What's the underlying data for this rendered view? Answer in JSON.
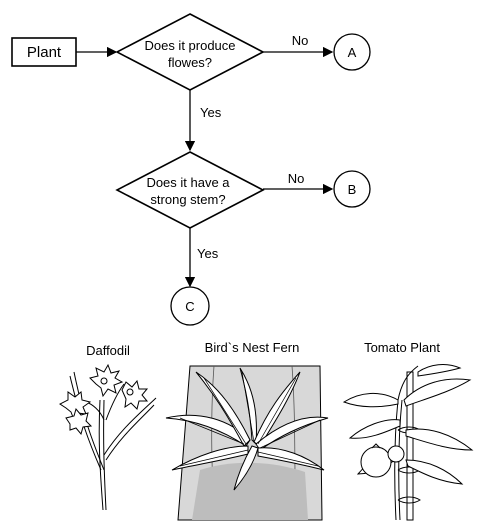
{
  "flowchart": {
    "start": "Plant",
    "q1_line1": "Does it produce",
    "q1_line2": "flowes?",
    "q2_line1": "Does it have a",
    "q2_line2": "strong stem?",
    "no1": "No",
    "no2": "No",
    "yes1": "Yes",
    "yes2": "Yes",
    "a": "A",
    "b": "B",
    "c": "C"
  },
  "plants": [
    {
      "name": "Daffodil"
    },
    {
      "name": "Bird`s Nest Fern"
    },
    {
      "name": "Tomato Plant"
    }
  ]
}
